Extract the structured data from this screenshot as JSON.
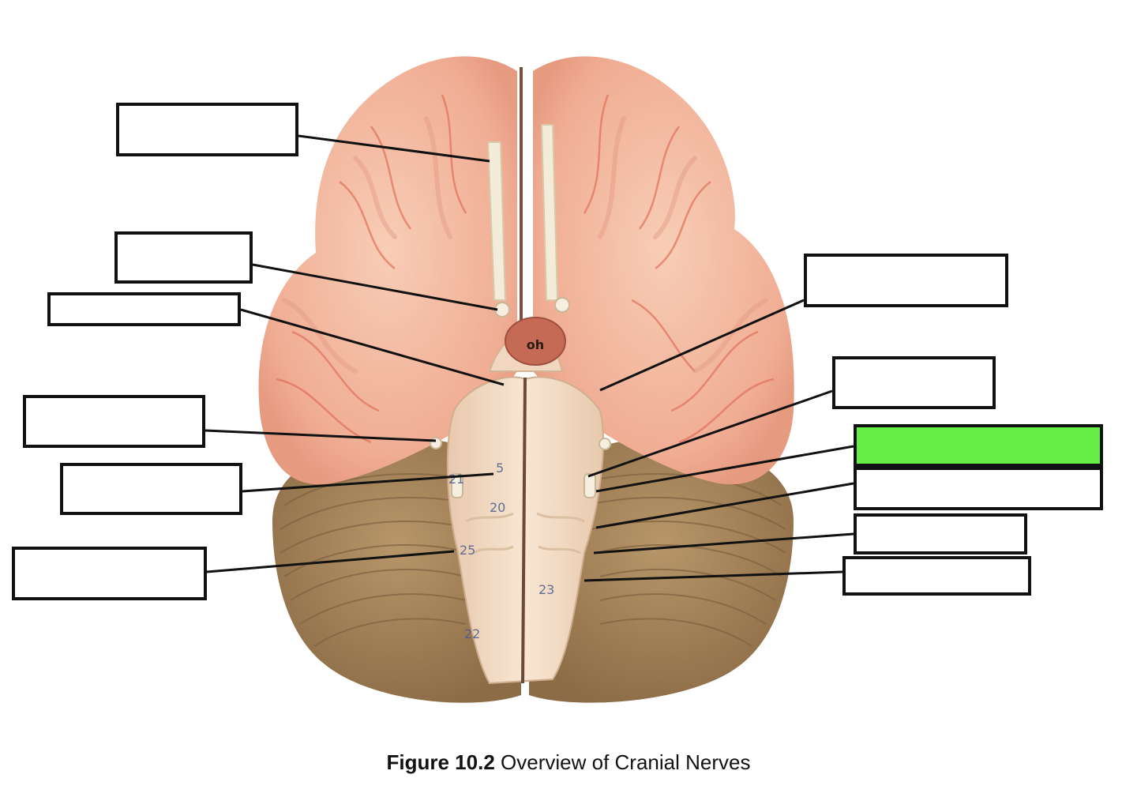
{
  "caption": {
    "figure_number": "Figure 10.2",
    "title": "Overview of Cranial Nerves"
  },
  "model_markings": {
    "pituitary_tag": "oh",
    "numbers": [
      "5",
      "21",
      "20",
      "25",
      "23",
      "22"
    ]
  },
  "label_boxes": [
    {
      "id": "left-1",
      "filled": false
    },
    {
      "id": "left-2",
      "filled": false
    },
    {
      "id": "left-3",
      "filled": false
    },
    {
      "id": "left-4",
      "filled": false
    },
    {
      "id": "left-5",
      "filled": false
    },
    {
      "id": "left-6",
      "filled": false
    },
    {
      "id": "right-1",
      "filled": false
    },
    {
      "id": "right-2",
      "filled": false
    },
    {
      "id": "right-3",
      "filled": true
    },
    {
      "id": "right-4",
      "filled": false
    },
    {
      "id": "right-5",
      "filled": false
    },
    {
      "id": "right-6",
      "filled": false
    }
  ],
  "colors": {
    "cerebrum": "#f4b8a0",
    "cerebrum_shadow": "#e39a82",
    "vessel": "#e06a55",
    "cerebellum": "#a8865c",
    "cerebellum_dark": "#7e6240",
    "brainstem": "#f3dcc6",
    "olfactory": "#f3ecd8",
    "pituitary": "#c56a55",
    "highlight_box": "#66ee44",
    "outline": "#111111"
  }
}
